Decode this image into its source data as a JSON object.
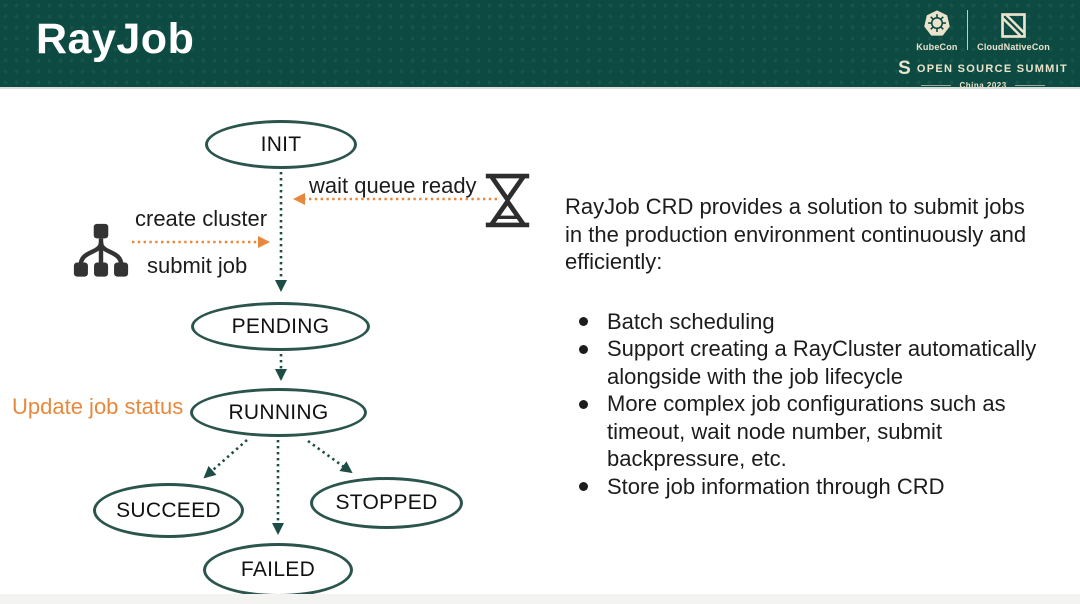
{
  "colors": {
    "header_bg": "#0c4a42",
    "logo_cream": "#eae4cc",
    "accent_orange": "#e8883c",
    "line_teal": "#1d4d45",
    "ellipse_border": "#2a544c",
    "body_text": "#1c1c1c",
    "icon_dark": "#2d2d2d",
    "footer_strip": "#f3f3f1"
  },
  "header": {
    "title": "RayJob",
    "conference": {
      "kubecon": "KubeCon",
      "cloudnativecon": "CloudNativeCon",
      "summit_s": "S",
      "summit": "OPEN SOURCE SUMMIT",
      "edition": "China 2023"
    },
    "icons": {
      "kubernetes": "kubernetes-wheel-icon",
      "cloudnativecon": "cloudnativecon-square-icon",
      "summit": "open-source-summit-s-icon"
    }
  },
  "diagram": {
    "states": [
      {
        "label": "INIT"
      },
      {
        "label": "PENDING"
      },
      {
        "label": "RUNNING"
      },
      {
        "label": "SUCCEED"
      },
      {
        "label": "STOPPED"
      },
      {
        "label": "FAILED"
      }
    ],
    "annotations": {
      "wait_queue": "wait queue ready",
      "create_cluster": "create cluster",
      "submit_job": "submit job",
      "update_status": "Update job status"
    },
    "icons": {
      "hourglass": "hourglass-icon",
      "cluster": "ray-cluster-icon"
    }
  },
  "panel": {
    "intro_lines": [
      "RayJob CRD provides a solution to submit jobs",
      "in the production environment continuously and",
      "efficiently:"
    ],
    "bullets": [
      "Batch scheduling",
      "Support creating a RayCluster automatically alongside with the job lifecycle",
      "More complex job configurations such as timeout, wait node number, submit backpressure, etc.",
      "Store job information through CRD"
    ]
  }
}
